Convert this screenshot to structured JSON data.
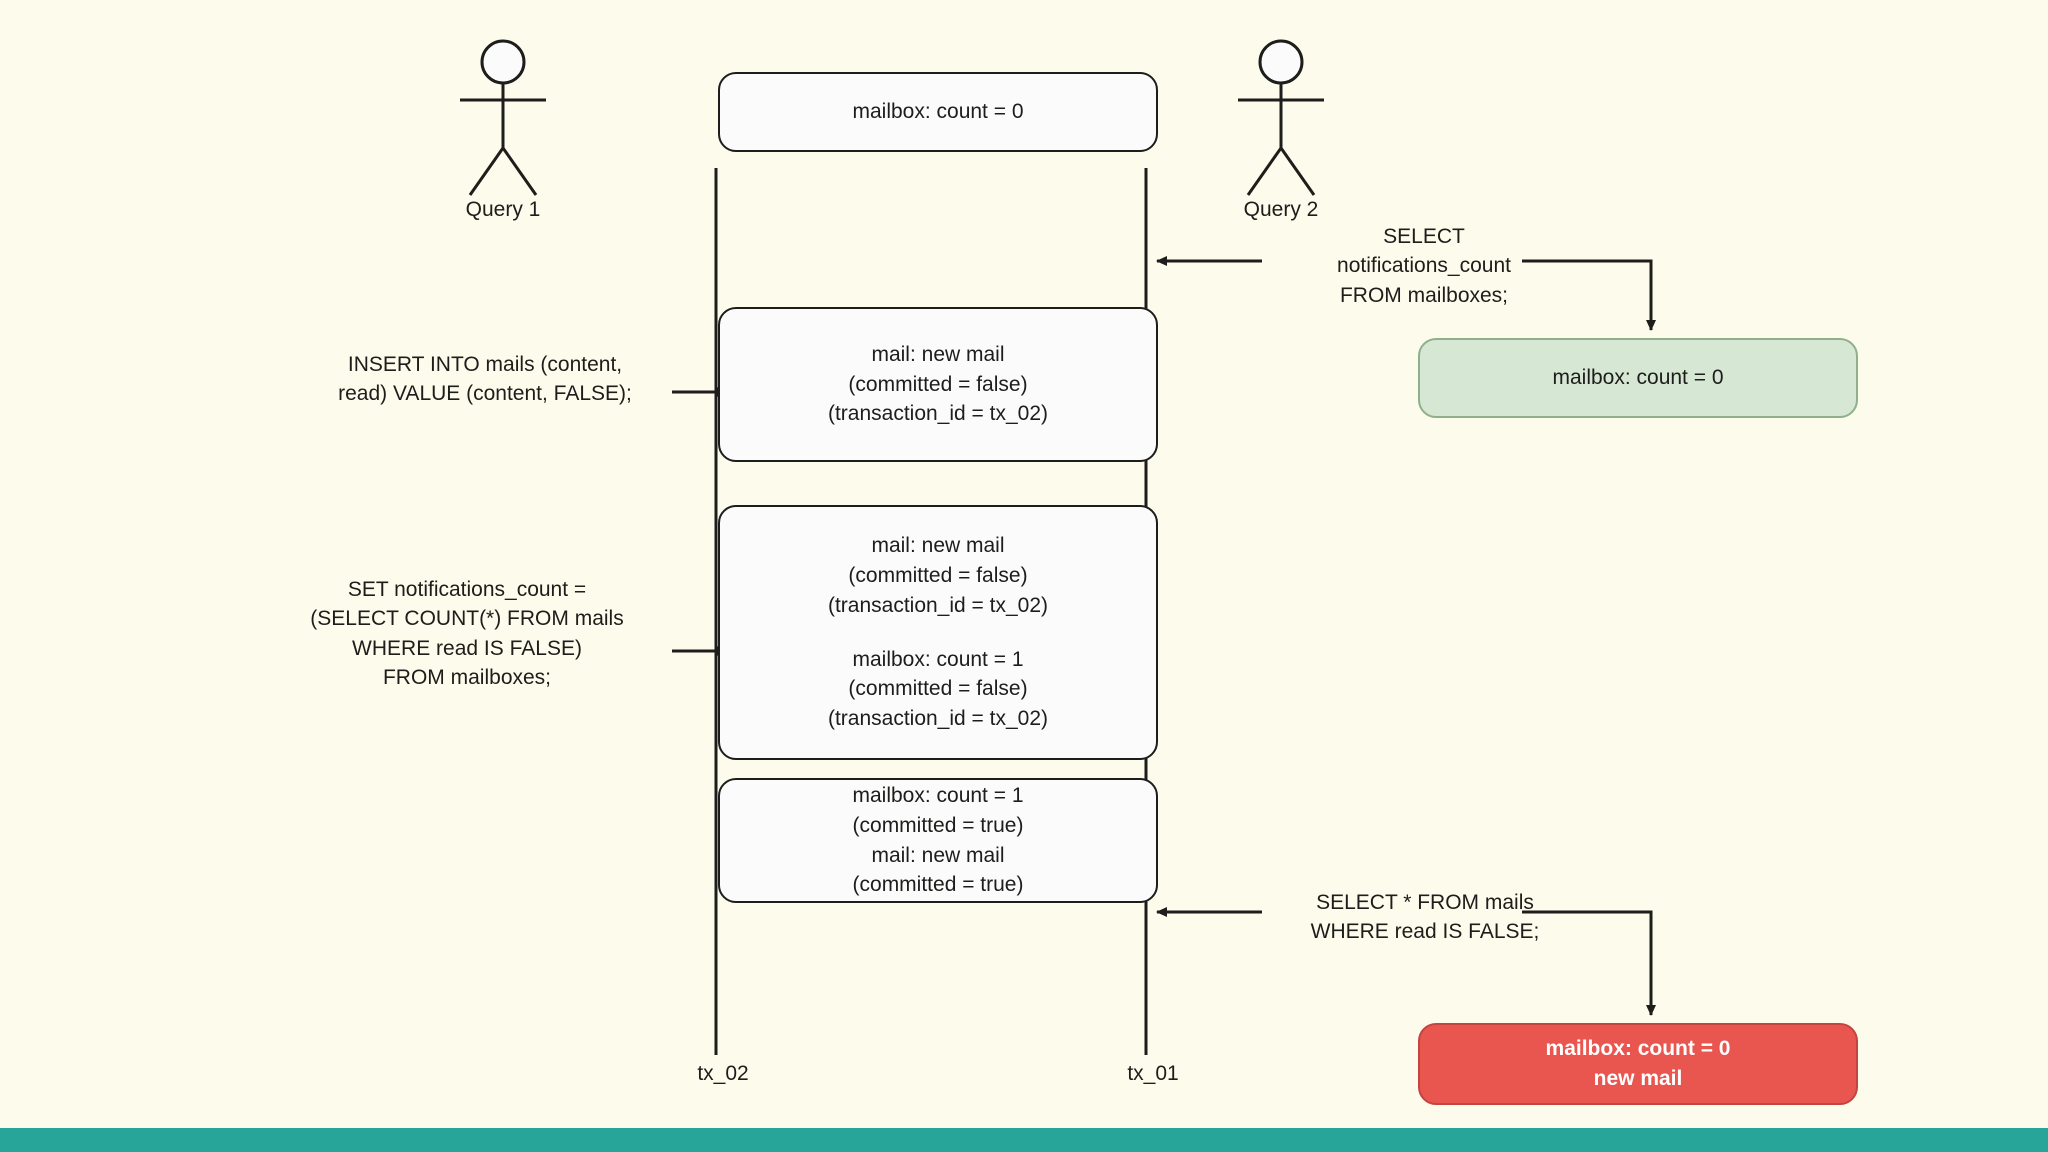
{
  "theme": {
    "background": "#fdfbec",
    "ink": "#1d1d1b",
    "box_fill": "#fbfbfb",
    "green_fill": "#d6e7d4",
    "green_stroke": "#8fb08a",
    "red_fill": "#e8564f",
    "red_stroke": "#c4453f",
    "bottom_bar": "#26a598"
  },
  "actors": [
    {
      "id": "query-1",
      "label": "Query 1"
    },
    {
      "id": "query-2",
      "label": "Query 2"
    }
  ],
  "lifelines": [
    {
      "id": "tx-02",
      "label": "tx_02"
    },
    {
      "id": "tx-01",
      "label": "tx_01"
    }
  ],
  "sql_labels": {
    "select_notifications": {
      "lines": [
        "SELECT",
        "notifications_count",
        "FROM mailboxes;"
      ]
    },
    "insert_into_mails": {
      "lines": [
        "INSERT INTO mails (content,",
        "read) VALUE (content, FALSE);"
      ]
    },
    "set_notifications_count": {
      "lines": [
        "SET notifications_count =",
        "(SELECT COUNT(*) FROM mails",
        "WHERE read IS FALSE)",
        "FROM mailboxes;"
      ]
    },
    "select_star_mails": {
      "lines": [
        "SELECT * FROM mails",
        "WHERE read IS FALSE;"
      ]
    }
  },
  "state_boxes": {
    "initial_state": {
      "variant": "plain",
      "groups": [
        {
          "lines": [
            "mailbox: count = 0"
          ]
        }
      ]
    },
    "query2_read_result": {
      "variant": "green",
      "groups": [
        {
          "lines": [
            "mailbox: count = 0"
          ]
        }
      ]
    },
    "after_insert": {
      "variant": "plain",
      "groups": [
        {
          "lines": [
            "mail: new mail",
            "(committed = false)",
            "(transaction_id = tx_02)"
          ]
        }
      ]
    },
    "after_set_count": {
      "variant": "plain",
      "groups": [
        {
          "lines": [
            "mail: new mail",
            "(committed = false)",
            "(transaction_id = tx_02)"
          ]
        },
        {
          "lines": [
            "mailbox: count = 1",
            "(committed = false)",
            "(transaction_id = tx_02)"
          ]
        }
      ]
    },
    "after_commit": {
      "variant": "plain",
      "groups": [
        {
          "lines": [
            "mailbox: count = 1",
            "(committed = true)",
            "mail: new mail",
            "(committed = true)"
          ]
        }
      ]
    },
    "query2_final_result": {
      "variant": "red",
      "groups": [
        {
          "lines": [
            "mailbox: count = 0",
            "new mail"
          ]
        }
      ]
    }
  }
}
